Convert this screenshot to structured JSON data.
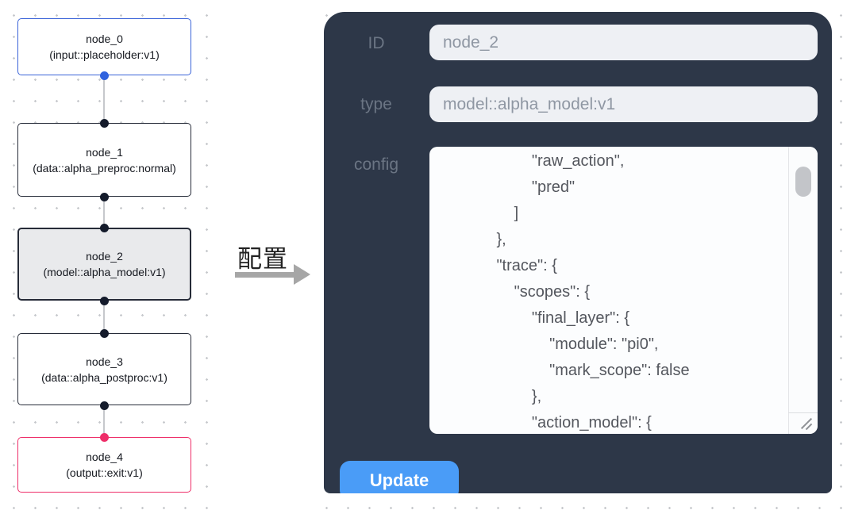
{
  "annotation": {
    "label": "配置"
  },
  "flow": {
    "nodes": [
      {
        "title": "node_0",
        "type": "(input::placeholder:v1)"
      },
      {
        "title": "node_1",
        "type": "(data::alpha_preproc:normal)"
      },
      {
        "title": "node_2",
        "type": "(model::alpha_model:v1)"
      },
      {
        "title": "node_3",
        "type": "(data::alpha_postproc:v1)"
      },
      {
        "title": "node_4",
        "type": "(output::exit:v1)"
      }
    ],
    "selected_node": "node_2",
    "port_colors": {
      "input_node": "#2f62de",
      "default": "#141b2b",
      "output_node": "#ee2d68"
    }
  },
  "panel": {
    "background": "#2d3748",
    "id_label": "ID",
    "id_value": "node_2",
    "type_label": "type",
    "type_value": "model::alpha_model:v1",
    "config_label": "config",
    "config_lines": [
      "                \"raw_action\",",
      "                \"pred\"",
      "            ]",
      "        },",
      "        \"trace\": {",
      "            \"scopes\": {",
      "                \"final_layer\": {",
      "                    \"module\": \"pi0\",",
      "                    \"mark_scope\": false",
      "                },",
      "                \"action_model\": {"
    ],
    "update_label": "Update",
    "accent_color": "#4a9cf7"
  }
}
